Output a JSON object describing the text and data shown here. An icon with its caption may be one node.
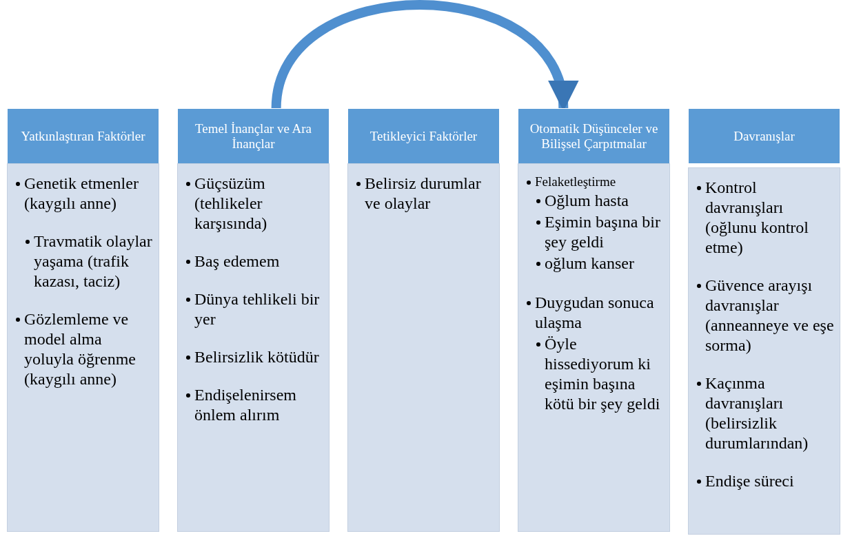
{
  "diagram": {
    "nodes": [
      {
        "text": [
          "Yatkınlaştıran Faktörler"
        ]
      },
      {
        "text": [
          "Genetik etmenler (kaygılı anne)",
          "Travmatik olaylar yaşama (trafik kazası, taciz)",
          "Gözlemleme ve model alma yoluyla öğrenme (kaygılı anne)"
        ]
      },
      {
        "text": [
          "Temel İnançlar ve Ara İnançlar"
        ]
      },
      {
        "text": [
          "Güçsüzüm (tehlikeler karşısında)",
          "Baş edemem",
          "Dünya tehlikeli bir yer",
          "Belirsizlik kötüdür",
          "Endişelenirsem önlem alırım"
        ]
      },
      {
        "text": [
          "Tetikleyici Faktörler"
        ]
      },
      {
        "text": [
          "Belirsiz durumlar ve olaylar"
        ]
      },
      {
        "text": [
          "Otomatik Düşünceler ve Bilişsel Çarpıtmalar"
        ]
      },
      {
        "text": [
          "Felaketleştirme",
          "Oğlum hasta",
          "Eşimin başına bir şey geldi",
          "oğlum kanser",
          "Duygudan sonuca ulaşma",
          "Öyle hissediyorum ki eşimin başına kötü bir şey geldi"
        ]
      },
      {
        "text": [
          "Davranışlar"
        ]
      },
      {
        "text": [
          "Kontrol davranışları (oğlunu kontrol etme)",
          "Güvence arayışı davranışlar (anneanneye ve eşe sorma)",
          "Kaçınma davranışları (belirsizlik durumlarından)",
          "Endişe süreci"
        ]
      }
    ],
    "edges": [
      {
        "from": 2,
        "to": 6,
        "arrow": "to"
      }
    ]
  }
}
